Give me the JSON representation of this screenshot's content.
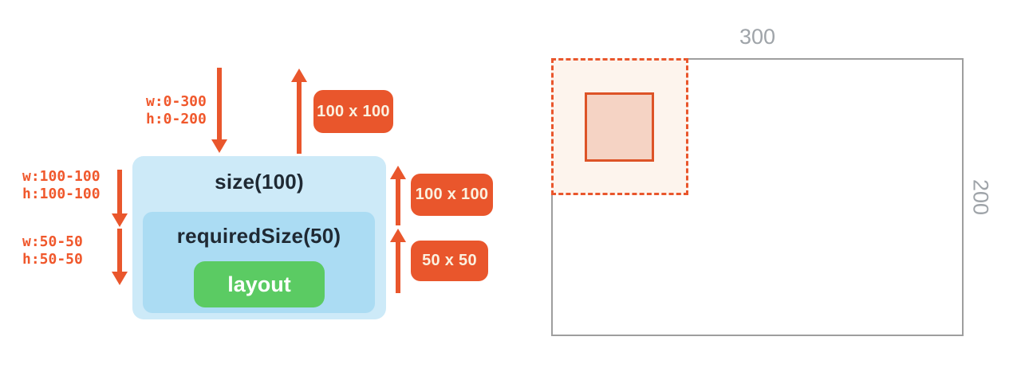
{
  "diagram": {
    "root_constraints_line1": "w:0-300",
    "root_constraints_line2": "h:0-200",
    "size_constraints_line1": "w:100-100",
    "size_constraints_line2": "h:100-100",
    "required_constraints_line1": "w:50-50",
    "required_constraints_line2": "h:50-50",
    "size_box_label": "size(100)",
    "required_size_box_label": "requiredSize(50)",
    "layout_chip_label": "layout",
    "badge_top": "100 x 100",
    "badge_middle": "100 x 100",
    "badge_bottom": "50 x 50"
  },
  "figure": {
    "width_label": "300",
    "height_label": "200"
  },
  "colors": {
    "accent_orange": "#E9562C",
    "label_orange": "#F0582C",
    "deep_orange": "#DD5327",
    "outer_box_blue": "#CDEAF8",
    "inner_box_blue": "#ABDCF3",
    "layout_green": "#5BCB63",
    "dark_text": "#1F2933",
    "badge_text": "#FBF1E0",
    "gray_border": "#9E9E9E",
    "gray_label": "#9FA4A9",
    "dashed_fill": "#FDF4ED",
    "inner_square_fill": "#F5D3C4"
  }
}
